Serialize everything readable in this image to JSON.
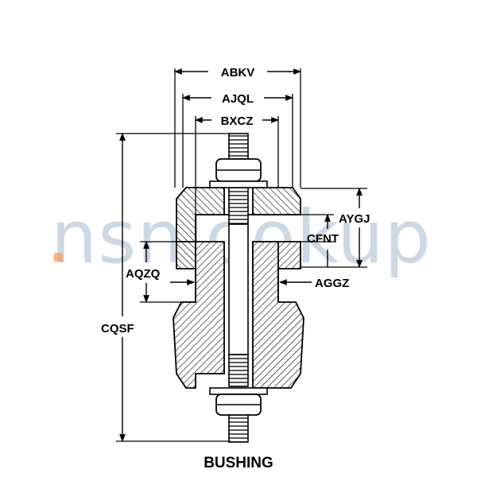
{
  "title": "BUSHING",
  "dimensions": {
    "abkv": "ABKV",
    "ajql": "AJQL",
    "bxcz": "BXCZ",
    "aygj": "AYGJ",
    "cfnt": "CFNT",
    "aqzq": "AQZQ",
    "aggz": "AGGZ",
    "cqsf": "CQSF"
  },
  "watermark": "nsnlookup",
  "colors": {
    "watermark": "#8fa9c4",
    "watermark_accent": "#f4a460",
    "ink": "#000000"
  }
}
